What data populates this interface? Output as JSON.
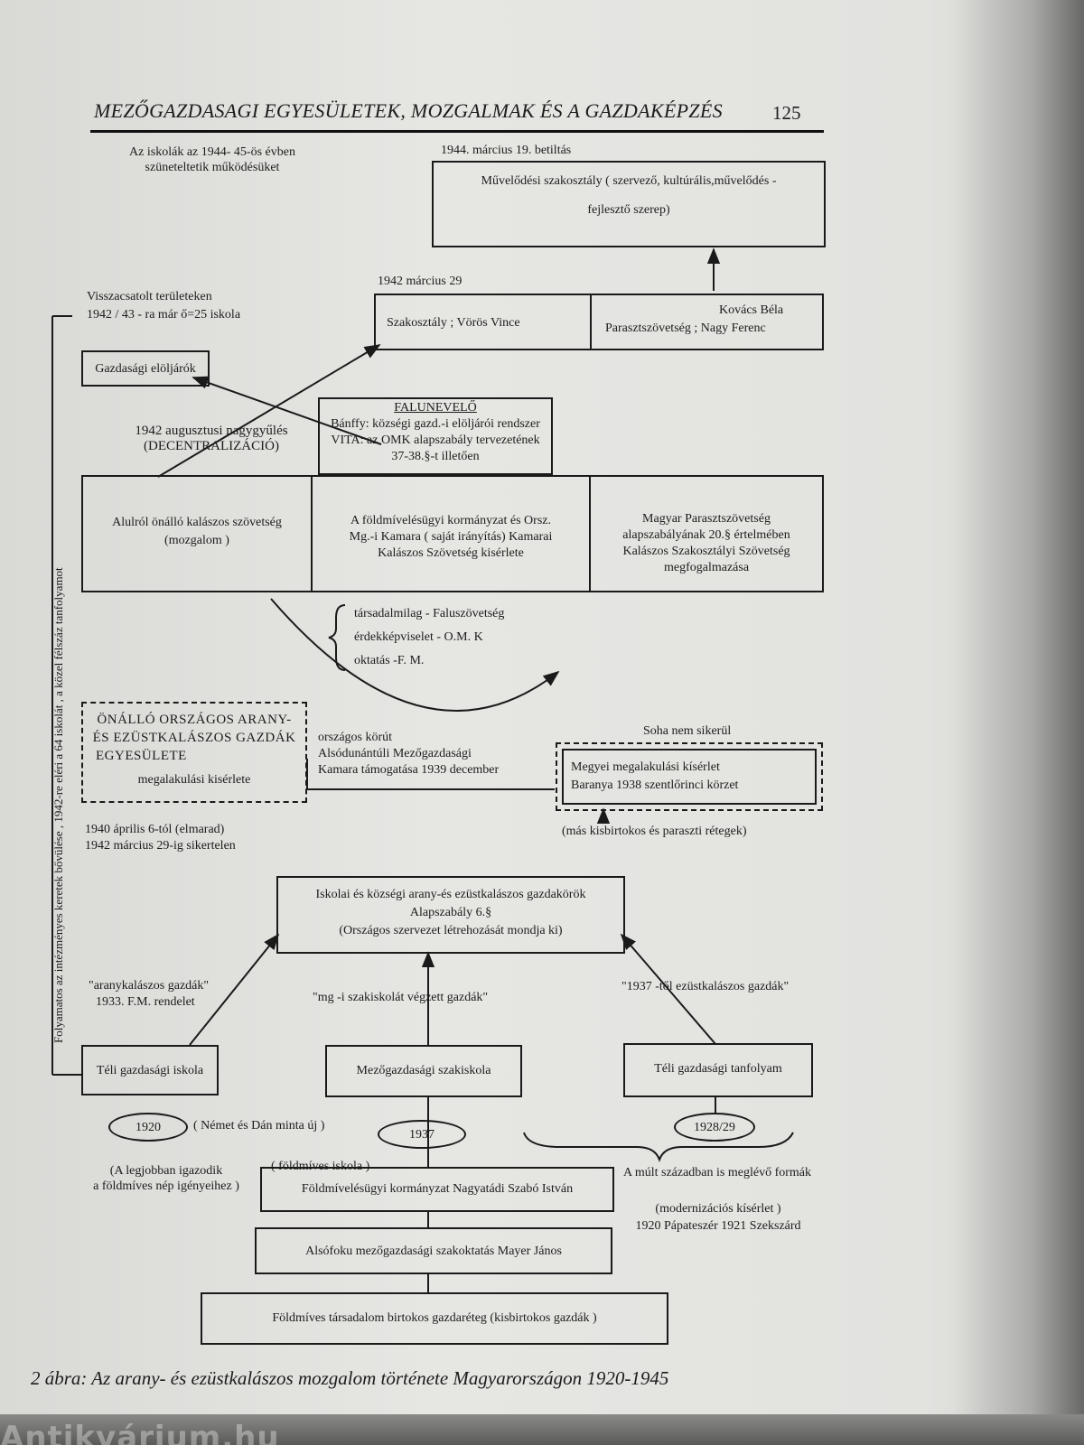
{
  "header": {
    "title": "MEZŐGAZDASAGI EGYESÜLETEK, MOZGALMAK ÉS A GAZDAKÉPZÉS",
    "page_number": "125"
  },
  "caption": "2 ábra: Az arany- és ezüstkalászos mozgalom története Magyarországon 1920-1945",
  "side_label": "Folyamatos az intézményes keretek bővülése , 1942-re eléri a 64 iskolát , a közel félszáz tanfolyamot",
  "watermark": "Antikvárium.hu",
  "notes": {
    "schools_1944_l1": "Az iskolák az 1944- 45-ös évben",
    "schools_1944_l2": "szüneteltetik működésüket",
    "ban_1944": "1944. március 19. betiltás",
    "march_1942": "1942 március 29",
    "annexed_l1": "Visszacsatolt területeken",
    "annexed_l2": "1942 / 43 - ra már ő=25 iskola",
    "august_1942_l1": "1942 augusztusi nagygyűlés",
    "august_1942_l2": "(DECENTRALIZÁCIÓ)",
    "tasks_l1": "társadalmilag - Faluszövetség",
    "tasks_l2": "érdekképviselet -     O.M. K",
    "tasks_l3": "oktatás -F. M.",
    "national_tour_l1": "országos körút",
    "national_tour_l2": "Alsódunántúli Mezőgazdasági",
    "national_tour_l3": "Kamara támogatása 1939 december",
    "never_succeeded": "Soha nem sikerül",
    "april_1940_l1": "1940 április 6-tól (elmarad)",
    "april_1940_l2": "1942 március 29-ig sikertelen",
    "other_strata": "(más kisbirtokos és paraszti rétegek)",
    "gold_farmers_l1": "\"aranykalászos gazdák\"",
    "gold_farmers_l2": "1933. F.M. rendelet",
    "mg_school_farmers": "\"mg -i szakiskolát végzett gazdák\"",
    "silver_1937": "\"1937 -től ezüstkalászos gazdák\"",
    "german_danish": "( Német és Dán minta  új )",
    "farmer_school": "( földmíves iskola )",
    "best_fits_l1": "(A legjobban igazodik",
    "best_fits_l2": "a földmíves nép igényeihez )",
    "past_century": "A múlt században  is  meglévő formák",
    "modernization_l1": "(modernizációs  kísérlet )",
    "modernization_l2": "1920 Pápateszér  1921 Szekszárd"
  },
  "boxes": {
    "cultural_l1": "Művelődési  szakosztály ( szervező,  kultúrális,művelődés -",
    "cultural_l2": "fejlesztő szerep)",
    "section": "Szakosztály ;  Vörös  Vince",
    "peasant_l1": "Kovács Béla",
    "peasant_l2": "Parasztszövetség ; Nagy Ferenc",
    "leaders": "Gazdasági  elöljárók",
    "falunevelo_title": "FALUNEVELŐ",
    "falunevelo_l1": "Bánffy: községi gazd.-i elöljárói rendszer",
    "falunevelo_l2": "VITA: az OMK alapszabály tervezetének",
    "falunevelo_l3": "37-38.§-t illetően",
    "bottom_up_l1": "Alulról önálló kalászos szövetség",
    "bottom_up_l2": "(mozgalom )",
    "ministry_l1": "A  földmívelésügyi kormányzat  és Orsz.",
    "ministry_l2": "Mg.-i Kamara ( saját irányítás) Kamarai",
    "ministry_l3": "Kalászos Szövetség kisérlete",
    "mpsz_l1": "Magyar Parasztszövetség",
    "mpsz_l2": "alapszabályának 20.§ értelmében",
    "mpsz_l3": "Kalászos Szakosztályi Szövetség",
    "mpsz_l4": "megfogalmazása",
    "national_assoc_l1": "ÖNÁLLÓ ORSZÁGOS ARANY-",
    "national_assoc_l2": "ÉS EZÜSTKALÁSZOS GAZDÁK",
    "national_assoc_l3": "EGYESÜLETE",
    "national_assoc_l4": "megalakulási kisérlete",
    "county_l1": "Megyei megalakulási kísérlet",
    "county_l2": "Baranya 1938  szentlőrinci körzet",
    "circles_l1": "Iskolai és községi arany-és ezüstkalászos gazdakörök",
    "circles_l2": "Alapszabály 6.§",
    "circles_l3": "(Országos szervezet  létrehozását mondja ki)",
    "winter_school": "Téli  gazdasági iskola",
    "ag_school": "Mezőgazdasági   szakiskola",
    "winter_course": "Téli  gazdasági  tanfolyam",
    "ministry_szabo": "Földmívelésügyi kormányzat  Nagyatádi Szabó István",
    "education_mayer": "Alsófoku mezőgazdasági  szakoktatás  Mayer János",
    "society": "Földmíves  társadalom          birtokos gazdaréteg  (kisbirtokos gazdák )"
  },
  "ovals": {
    "y1920": "1920",
    "y1937": "1937",
    "y1928": "1928/29"
  }
}
